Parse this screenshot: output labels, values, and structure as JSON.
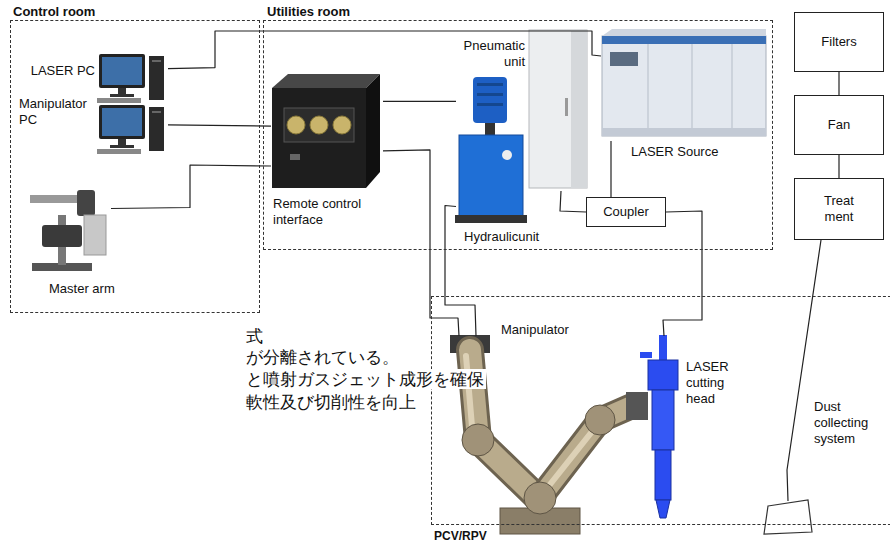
{
  "diagram": {
    "nodes": [
      {
        "text": [
          "Control room"
        ]
      },
      {
        "text": [
          "LASER PC"
        ],
        "in": 0
      },
      {
        "text": [
          "Manipulator PC"
        ],
        "in": 0
      },
      {
        "text": [
          "Master arm"
        ],
        "in": 0
      },
      {
        "text": [
          "Utilities room"
        ]
      },
      {
        "text": [
          "Remote control interface"
        ],
        "in": 4
      },
      {
        "text": [
          "Pneumatic unit"
        ],
        "in": 4
      },
      {
        "text": [
          "Hydraulicunit"
        ],
        "in": 4
      },
      {
        "text": [
          "LASER Source"
        ],
        "in": 4
      },
      {
        "text": [
          "Coupler"
        ],
        "in": 4
      },
      {
        "text": [
          "Filters"
        ]
      },
      {
        "text": [
          "Fan"
        ]
      },
      {
        "text": [
          "Treat ment"
        ]
      },
      {
        "text": [
          "PCV/RPV"
        ]
      },
      {
        "text": [
          "Manipulator"
        ],
        "in": 13
      },
      {
        "text": [
          "LASER cutting head"
        ],
        "in": 13
      },
      {
        "text": [
          "Dust collecting system"
        ],
        "in": 13
      }
    ],
    "edges": [
      {
        "from": 1,
        "to": 8,
        "arrow": "none"
      },
      {
        "from": 2,
        "to": 5,
        "arrow": "none"
      },
      {
        "from": 3,
        "to": 5,
        "arrow": "none"
      },
      {
        "from": 5,
        "to": 7,
        "arrow": "none"
      },
      {
        "from": 5,
        "to": 14,
        "arrow": "none"
      },
      {
        "from": 7,
        "to": 14,
        "arrow": "none"
      },
      {
        "from": 8,
        "to": 9,
        "arrow": "none"
      },
      {
        "from": 6,
        "to": 9,
        "arrow": "none"
      },
      {
        "from": 9,
        "to": 15,
        "arrow": "none"
      },
      {
        "from": 10,
        "to": 11,
        "arrow": "none"
      },
      {
        "from": 11,
        "to": 12,
        "arrow": "none"
      },
      {
        "from": 12,
        "to": 16,
        "arrow": "none"
      }
    ],
    "labels": [
      "式",
      "が分離されている。",
      "と噴射ガスジェット成形を確保",
      "軟性及び切削性を向上"
    ]
  }
}
